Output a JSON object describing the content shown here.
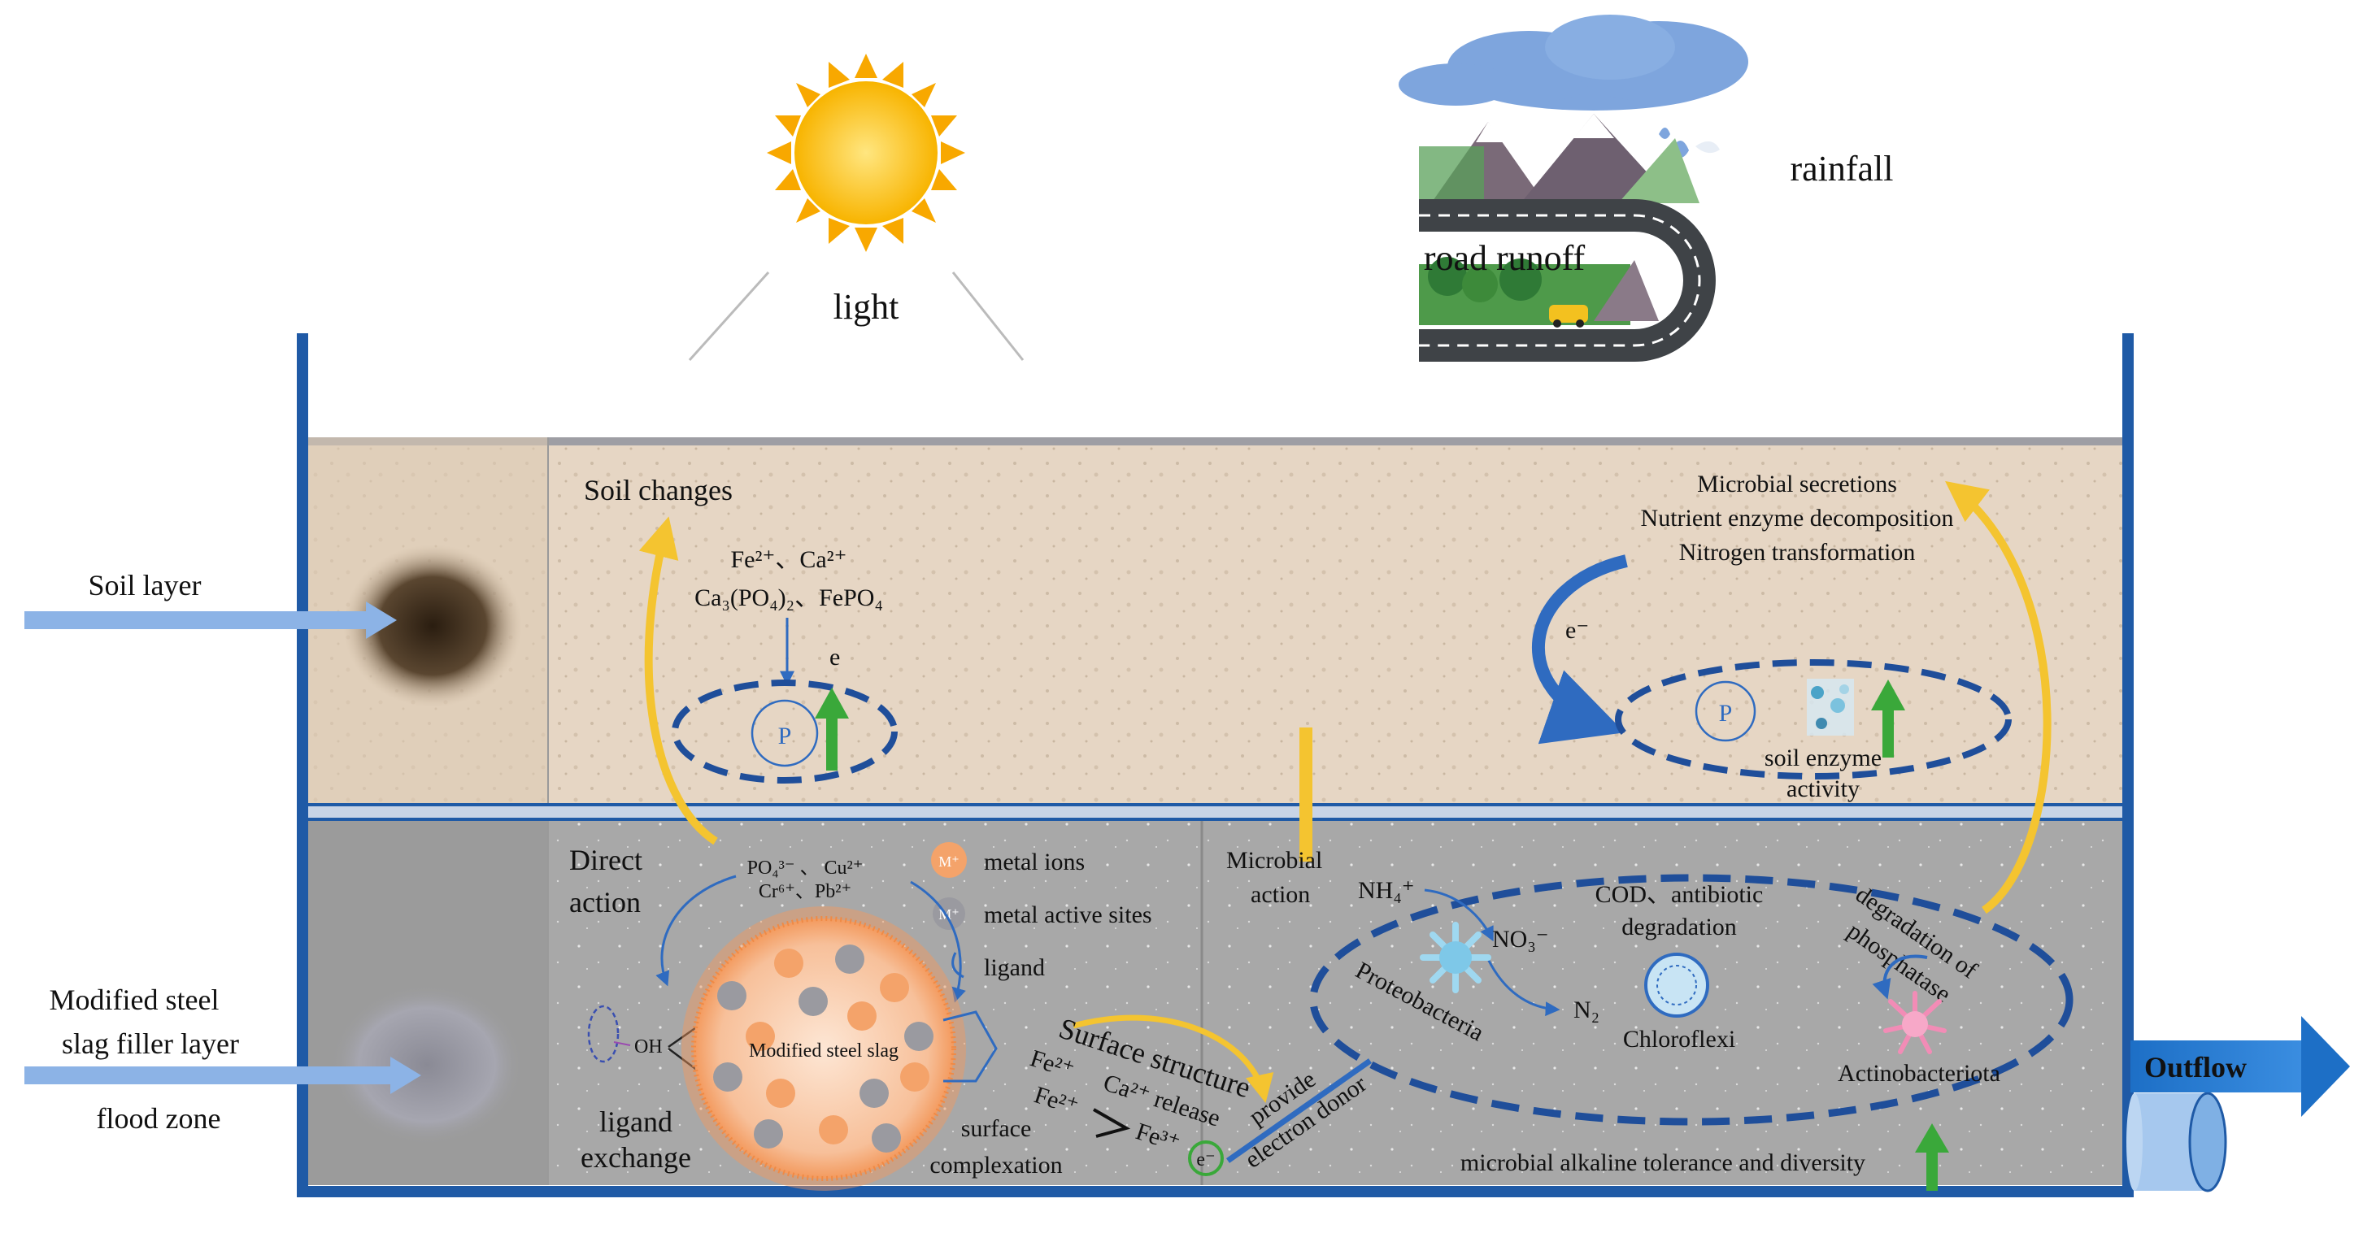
{
  "colors": {
    "frame": "#1f5aa6",
    "soil": "#e6d6c4",
    "filler": "#a9a9a9",
    "dash": "#1f4e9a",
    "gold": "#f4c430",
    "green": "#3aa83a",
    "arrow_blue": "#7ba7de",
    "slag_orange": "#f4a36a"
  },
  "top": {
    "light": "light",
    "rainfall": "rainfall",
    "road_runoff": "road runoff"
  },
  "left": {
    "soil_layer": "Soil layer",
    "filler_line1": "Modified steel",
    "filler_line2": "slag filler layer",
    "flood_zone": "flood zone"
  },
  "soil": {
    "title": "Soil changes",
    "ions1": "Fe²⁺、Ca²⁺",
    "ions2": "Ca₃(PO₄)₂、FePO₄",
    "e_label": "e",
    "p_label": "P",
    "micro1": "Microbial secretions",
    "micro2": "Nutrient enzyme decomposition",
    "micro3": "Nitrogen transformation",
    "e_minus": "e⁻",
    "p_label2": "P",
    "enzyme1": "soil enzyme",
    "enzyme2": "activity"
  },
  "direct": {
    "title1": "Direct",
    "title2": "action",
    "ions1": "PO₄³⁻ 、 Cu²⁺",
    "ions2": "Cr⁶⁺、Pb²⁺",
    "metal_ions": "metal ions",
    "metal_sites": "metal active sites",
    "ligand": "ligand",
    "oh": "OH",
    "slag": "Modified steel slag",
    "mplus": "M⁺",
    "lig_ex1": "ligand",
    "lig_ex2": "exchange",
    "surf1": "surface",
    "surf2": "complexation",
    "surface_structure": "Surface structure",
    "fe2a": "Fe²⁺",
    "fe2b": "Fe²⁺",
    "ca_release": "Ca²⁺ release",
    "fe3": "Fe³⁺",
    "e_minus": "e⁻",
    "provide": "provide",
    "donor": "electron donor"
  },
  "microbial": {
    "title1": "Microbial",
    "title2": "action",
    "nh4": "NH₄⁺",
    "no3": "NO₃⁻",
    "n2": "N₂",
    "proteo": "Proteobacteria",
    "cod1": "COD、antibiotic",
    "cod2": "degradation",
    "chloro": "Chloroflexi",
    "deg1": "degradation of",
    "deg2": "phosphatase",
    "actino": "Actinobacteriota",
    "alkaline": "microbial alkaline tolerance and diversity"
  },
  "outflow": "Outflow"
}
